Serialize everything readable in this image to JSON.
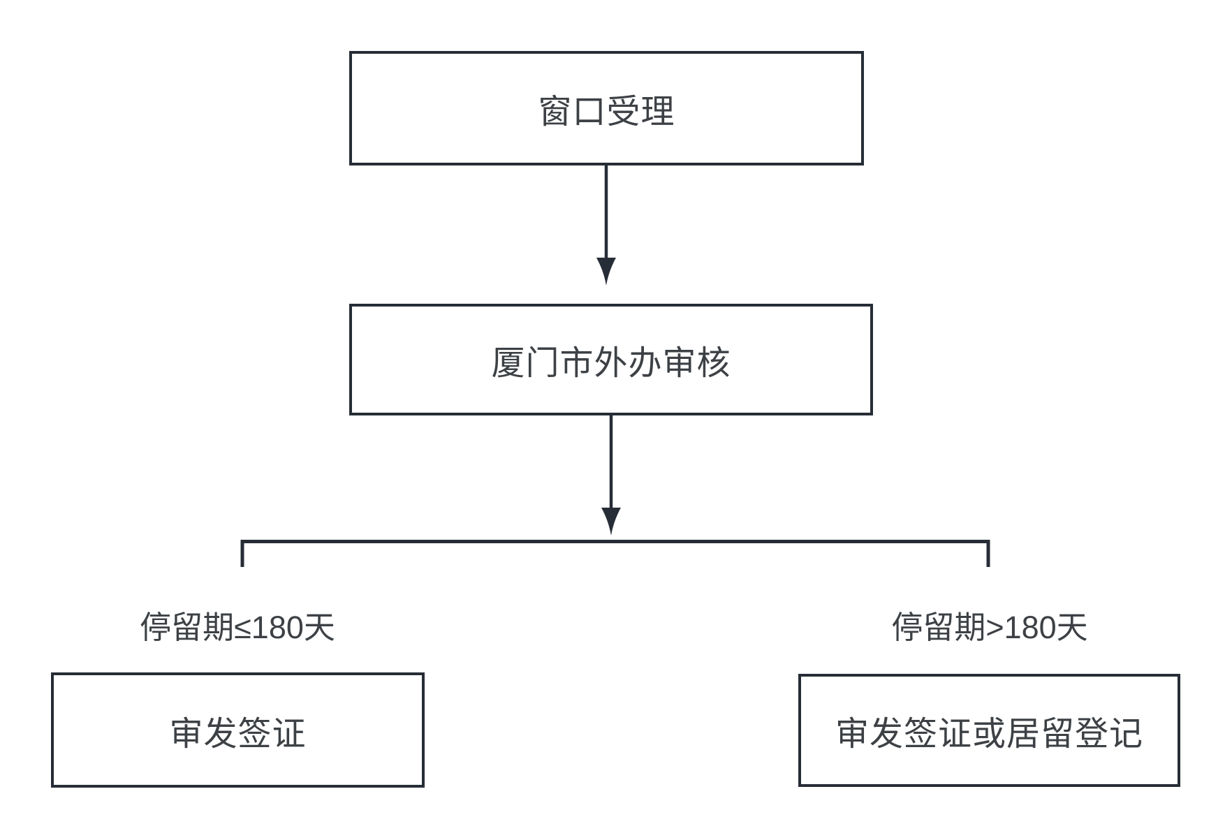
{
  "colors": {
    "stroke": "#272d36",
    "text": "#3d4145",
    "background": "#ffffff"
  },
  "nodes": {
    "box1": "窗口受理",
    "box2": "厦门市外办审核",
    "box_left": "审发签证",
    "box_right": "审发签证或居留登记"
  },
  "branch_labels": {
    "left": "停留期≤180天",
    "right": "停留期>180天"
  }
}
